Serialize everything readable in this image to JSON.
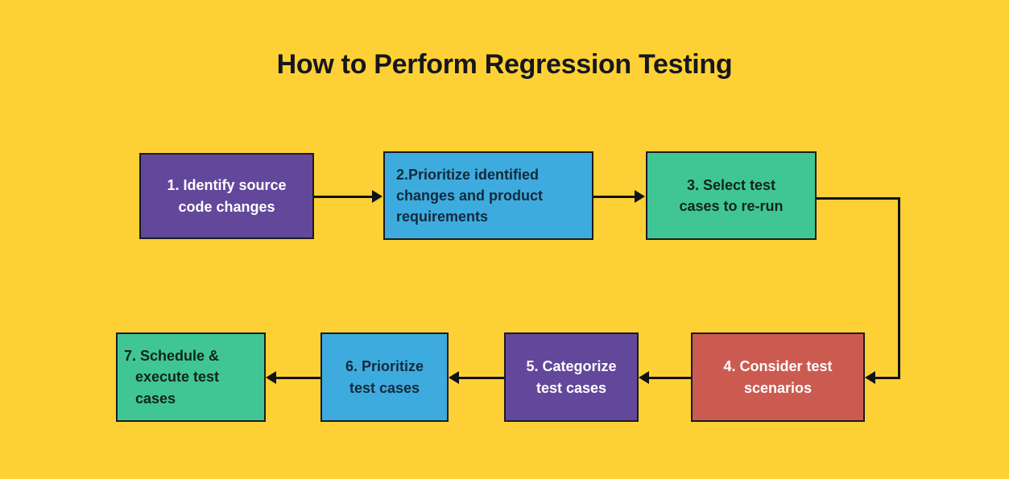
{
  "diagram": {
    "title": "How to Perform Regression Testing",
    "background_color": "#FDD135",
    "type": "flowchart",
    "nodes": [
      {
        "id": "step-1",
        "label": "1. Identify source\ncode changes",
        "fill": "#63479B",
        "text_color": "#FFFFFF",
        "align": "center"
      },
      {
        "id": "step-2",
        "label": "2.Prioritize identified\nchanges and product\nrequirements",
        "fill": "#3EABDE",
        "text_color": "#142a3c",
        "align": "left"
      },
      {
        "id": "step-3",
        "label": "3. Select test\ncases to re-run",
        "fill": "#40C695",
        "text_color": "#13241c",
        "align": "center"
      },
      {
        "id": "step-4",
        "label": "4. Consider test\nscenarios",
        "fill": "#CB5B51",
        "text_color": "#FFFFFF",
        "align": "center"
      },
      {
        "id": "step-5",
        "label": "5. Categorize\ntest cases",
        "fill": "#63479B",
        "text_color": "#FFFFFF",
        "align": "center"
      },
      {
        "id": "step-6",
        "label": "6. Prioritize\ntest cases",
        "fill": "#3EABDE",
        "text_color": "#142a3c",
        "align": "center"
      },
      {
        "id": "step-7",
        "label": "7. Schedule &\nexecute test\ncases",
        "fill": "#40C695",
        "text_color": "#13241c",
        "align": "hang"
      }
    ],
    "edges": [
      {
        "from": "step-1",
        "to": "step-2",
        "direction": "right"
      },
      {
        "from": "step-2",
        "to": "step-3",
        "direction": "right"
      },
      {
        "from": "step-3",
        "to": "step-4",
        "direction": "elbow-down-left"
      },
      {
        "from": "step-4",
        "to": "step-5",
        "direction": "left"
      },
      {
        "from": "step-5",
        "to": "step-6",
        "direction": "left"
      },
      {
        "from": "step-6",
        "to": "step-7",
        "direction": "left"
      }
    ]
  }
}
